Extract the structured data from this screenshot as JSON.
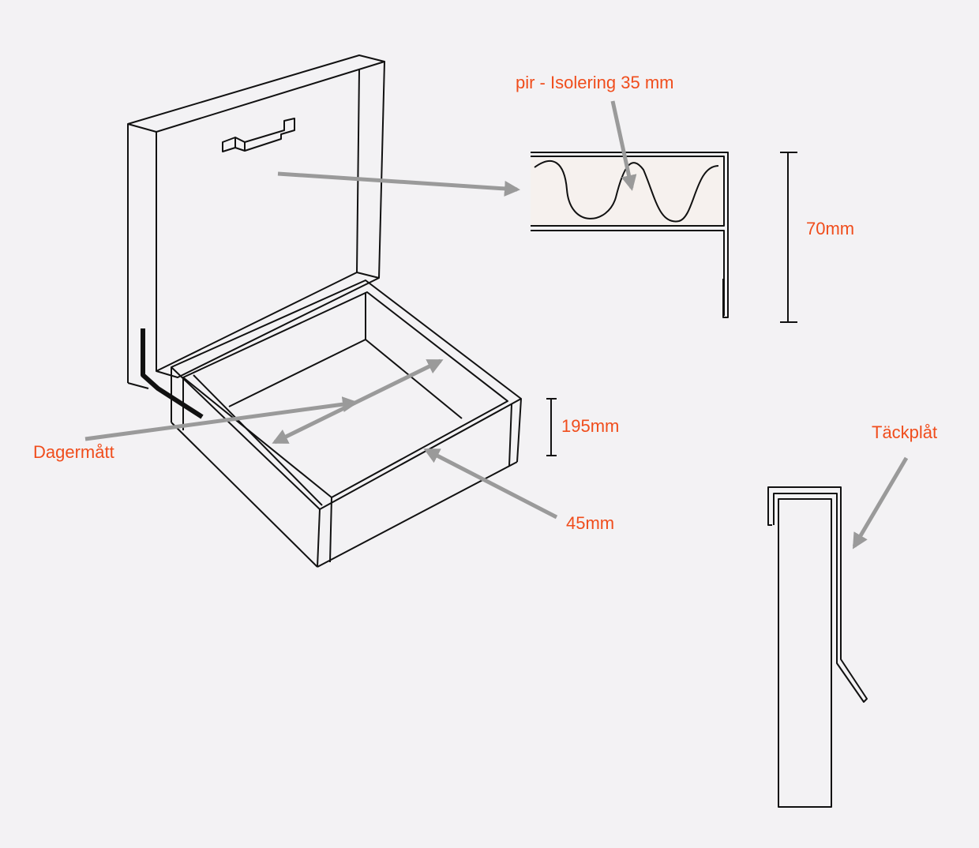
{
  "labels": {
    "insulation": "pir - Isolering 35 mm",
    "height_70": "70mm",
    "height_195": "195mm",
    "daylight": "Dagermått",
    "width_45": "45mm",
    "cover_plate": "Täckplåt"
  },
  "colors": {
    "label": "#f04d1c",
    "arrow": "#9a9a9a",
    "line": "#111111",
    "background": "#f3f2f4",
    "insulation_fill": "#f6f1ee"
  }
}
